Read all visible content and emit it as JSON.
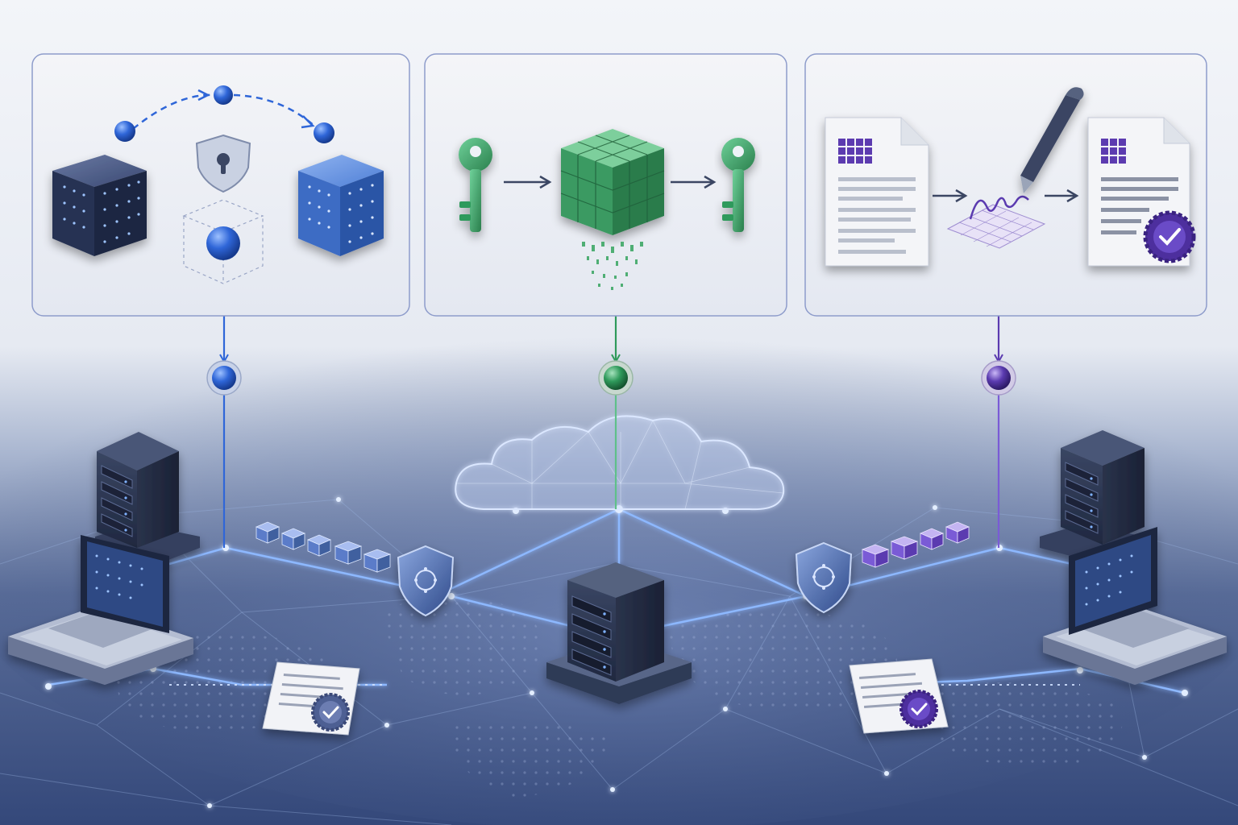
{
  "colors": {
    "background_top": "#f2f4f8",
    "background_floor": "#3e5384",
    "floor_deep": "#2b3c66",
    "accent_blue": "#2f66d8",
    "accent_green": "#2f9a5b",
    "accent_purple": "#5b3bb0",
    "glow": "#9ec4ff",
    "panel_border": "#8e9ccb",
    "server_dark": "#2a3550",
    "document_paper": "#f4f5f8"
  },
  "panels": [
    {
      "id": "secure-transfer",
      "accent": "#2f66d8",
      "icons": [
        "source-cube-icon",
        "dashed-arc-icon",
        "orb-icon",
        "shield-lock-icon",
        "wireframe-cube-icon",
        "target-cube-icon"
      ]
    },
    {
      "id": "key-transformation",
      "accent": "#2f9a5b",
      "icons": [
        "green-key-icon",
        "arrow-right-icon",
        "green-block-cube-icon",
        "data-drip-icon",
        "green-key-icon"
      ]
    },
    {
      "id": "digital-signature",
      "accent": "#5b3bb0",
      "icons": [
        "unsigned-document-icon",
        "arrow-right-icon",
        "signature-grid-icon",
        "pen-icon",
        "signed-document-icon",
        "seal-badge-icon"
      ]
    }
  ],
  "network": {
    "nodes": [
      "server-rack-left",
      "laptop-left",
      "central-server",
      "server-rack-right",
      "laptop-right",
      "cloud"
    ],
    "shields": 2,
    "certificates": 2,
    "packet_chains": 2
  }
}
